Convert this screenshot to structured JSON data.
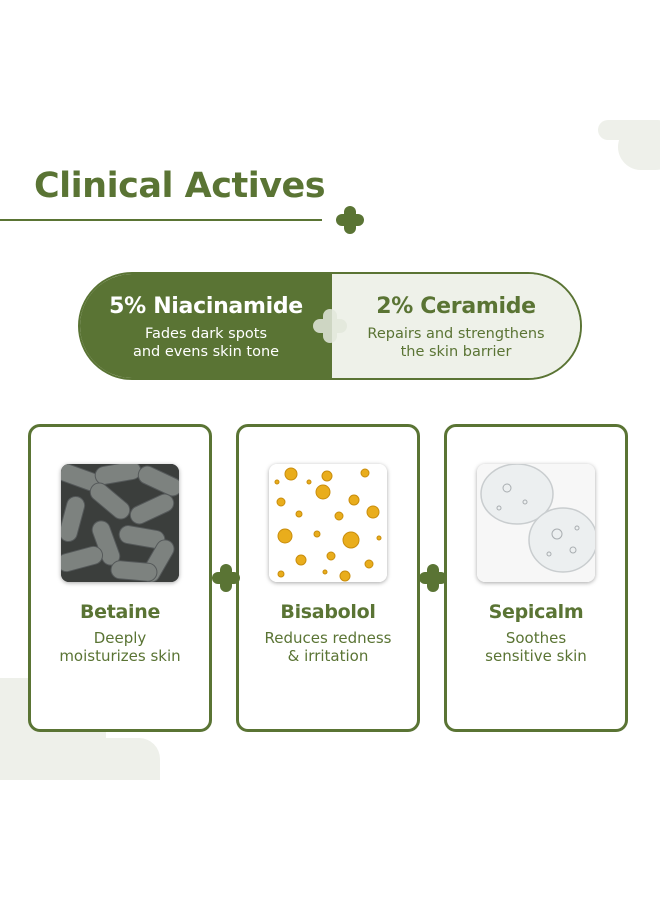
{
  "heading": {
    "title": "Clinical Actives"
  },
  "highlights": [
    {
      "title": "5% Niacinamide",
      "desc_line1": "Fades dark spots",
      "desc_line2": "and evens skin tone"
    },
    {
      "title": "2% Ceramide",
      "desc_line1": "Repairs and strengthens",
      "desc_line2": "the skin barrier"
    }
  ],
  "ingredients": [
    {
      "name": "Betaine",
      "desc_line1": "Deeply",
      "desc_line2": "moisturizes skin",
      "image": "gray-capsules-image"
    },
    {
      "name": "Bisabolol",
      "desc_line1": "Reduces redness",
      "desc_line2": "& irritation",
      "image": "golden-oil-droplets-image"
    },
    {
      "name": "Sepicalm",
      "desc_line1": "Soothes",
      "desc_line2": "sensitive skin",
      "image": "clear-gel-swatch-image"
    }
  ],
  "colors": {
    "brand_green": "#5a7434",
    "light_green": "#eef1e9",
    "white": "#ffffff"
  }
}
